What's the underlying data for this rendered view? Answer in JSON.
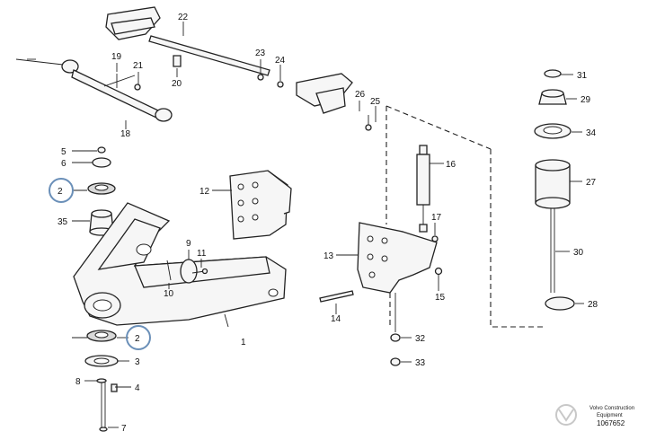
{
  "labels": {
    "l1": "1",
    "l2a": "2",
    "l2b": "2",
    "l3": "3",
    "l4": "4",
    "l5": "5",
    "l6": "6",
    "l7": "7",
    "l8": "8",
    "l9": "9",
    "l10": "10",
    "l11": "11",
    "l12": "12",
    "l13": "13",
    "l14": "14",
    "l15": "15",
    "l16": "16",
    "l17": "17",
    "l18": "18",
    "l19": "19",
    "l20": "20",
    "l21": "21",
    "l22": "22",
    "l23": "23",
    "l24": "24",
    "l25": "25",
    "l26": "26",
    "l27": "27",
    "l28": "28",
    "l29": "29",
    "l30": "30",
    "l31": "31",
    "l32": "32",
    "l33": "33",
    "l34": "34",
    "l35": "35"
  },
  "footer": {
    "brand_line1": "Volvo Construction",
    "brand_line2": "Equipment",
    "drawing_number": "1067652"
  },
  "highlight_color": "#6a8fb8"
}
